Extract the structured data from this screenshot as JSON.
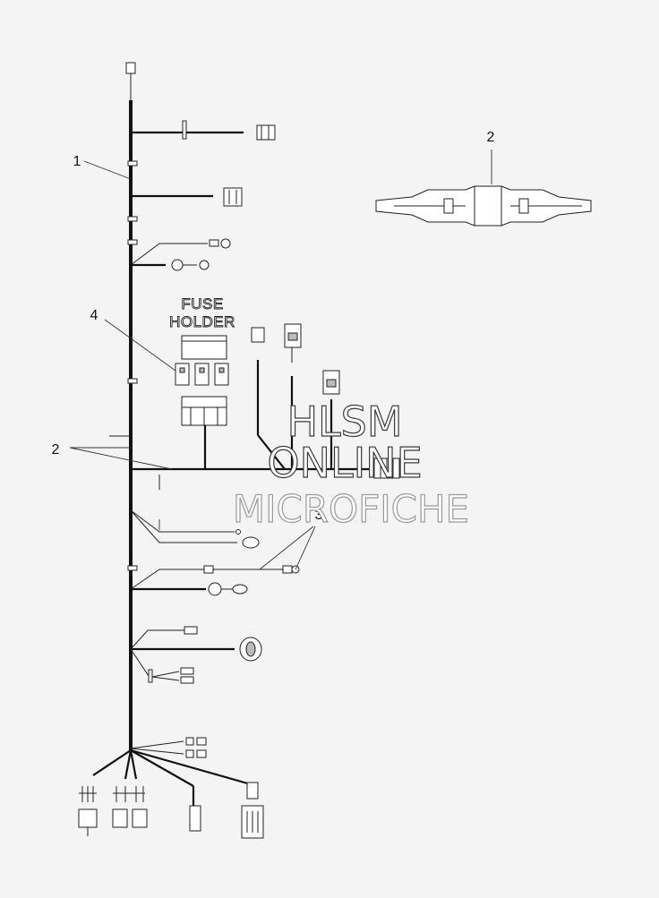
{
  "callouts": {
    "c1": "1",
    "c2_top": "2",
    "c2_left": "2",
    "c3": "3",
    "c4": "4"
  },
  "fuse_holder": {
    "line1": "FUSE",
    "line2": "HOLDER"
  },
  "watermark": {
    "line1": "HLSM",
    "line2": "ONLINE",
    "line3": "MICROFICHE"
  }
}
